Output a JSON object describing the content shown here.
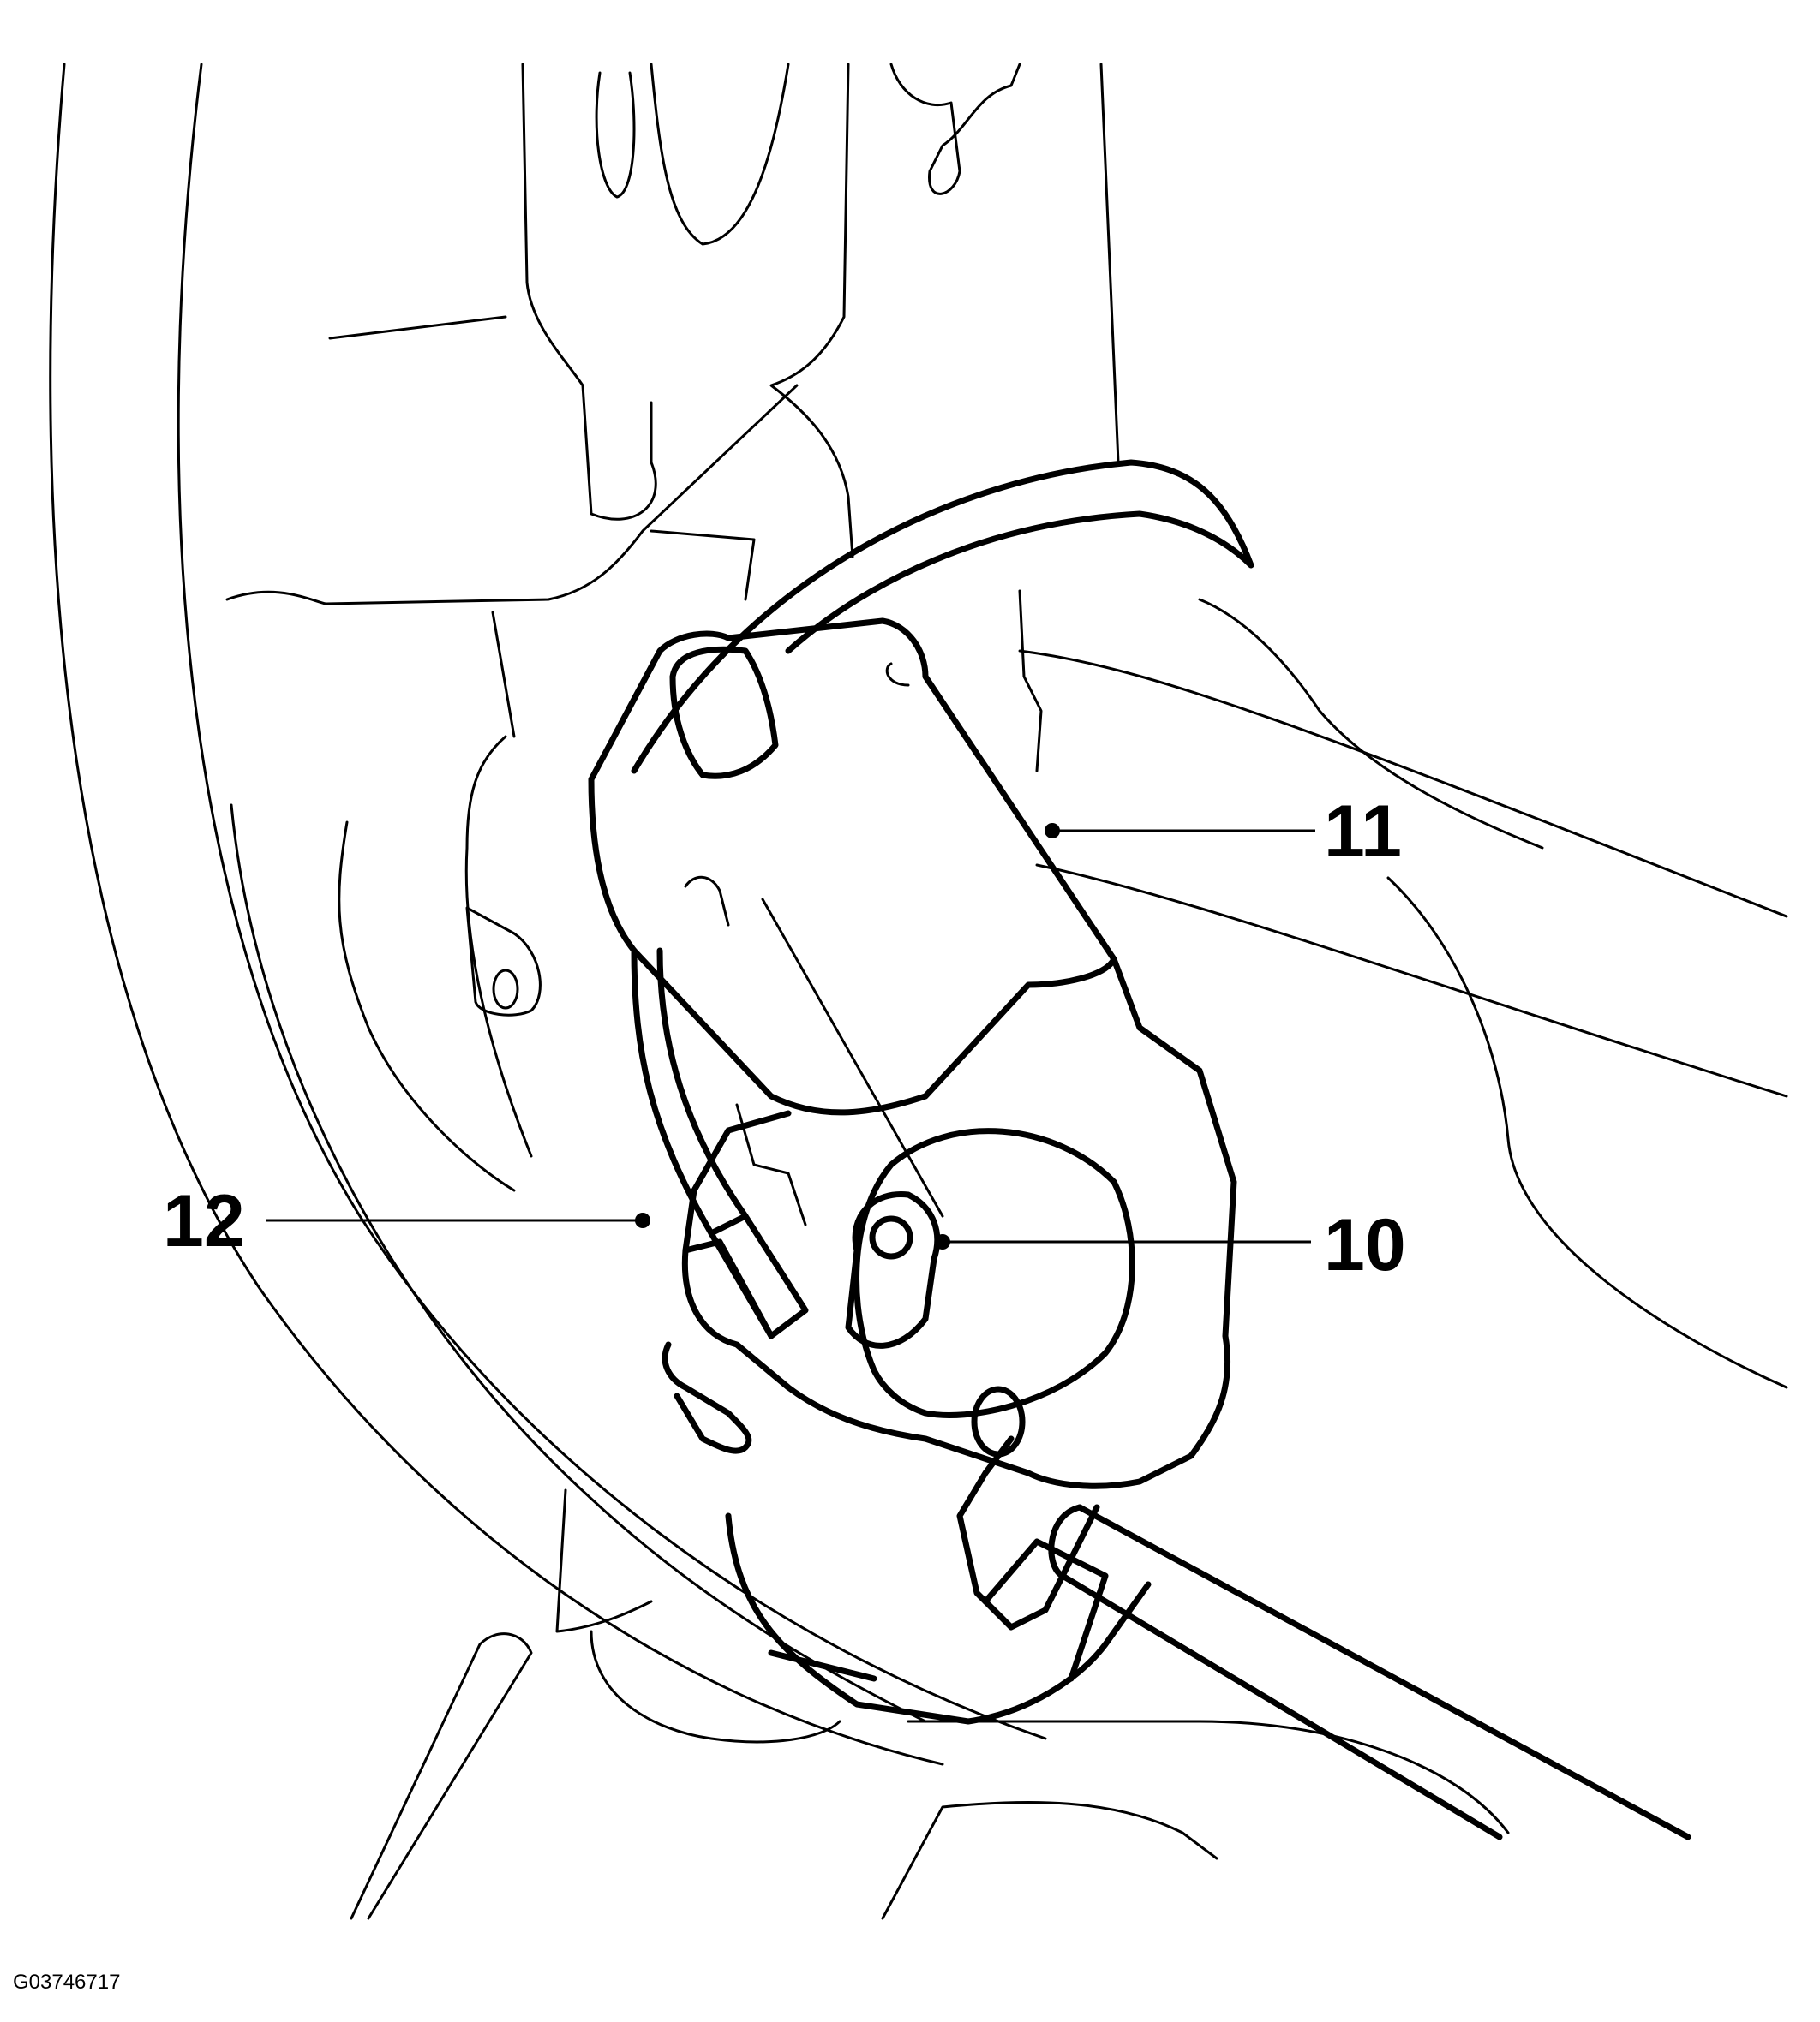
{
  "figure_id": "G03746717",
  "callouts": [
    {
      "id": "10",
      "label": "10"
    },
    {
      "id": "11",
      "label": "11"
    },
    {
      "id": "12",
      "label": "12"
    }
  ]
}
